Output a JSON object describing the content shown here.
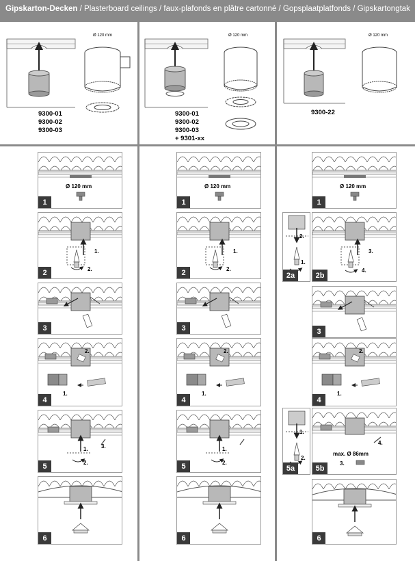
{
  "header": {
    "title_bold": "Gipskarton-Decken",
    "title_rest": " / Plasterboard ceilings / faux-plafonds en plâtre cartonné / Gopsplaatplatfonds / Gipskartongtak"
  },
  "top": [
    {
      "diameter": "Ø 120 mm",
      "codes": [
        "9300-01",
        "9300-02",
        "9300-03"
      ]
    },
    {
      "diameter": "Ø 120 mm",
      "codes": [
        "9300-01",
        "9300-02",
        "9300-03",
        "+ 9301-xx"
      ]
    },
    {
      "diameter": "Ø 120 mm",
      "codes": [
        "9300-22"
      ]
    }
  ],
  "steps": {
    "s1": "1",
    "s2": "2",
    "s2a": "2a",
    "s2b": "2b",
    "s3": "3",
    "s4": "4",
    "s5": "5",
    "s5a": "5a",
    "s5b": "5b",
    "s6": "6"
  },
  "labels": {
    "diameter": "Ø 120 mm",
    "max_diameter": "max. Ø 86mm",
    "m1": "1.",
    "m2": "2.",
    "m3": "3.",
    "m4": "4."
  },
  "colors": {
    "divider": "#8a8a8a",
    "badge": "#3a3a3a",
    "fill": "#b8b8b8"
  }
}
